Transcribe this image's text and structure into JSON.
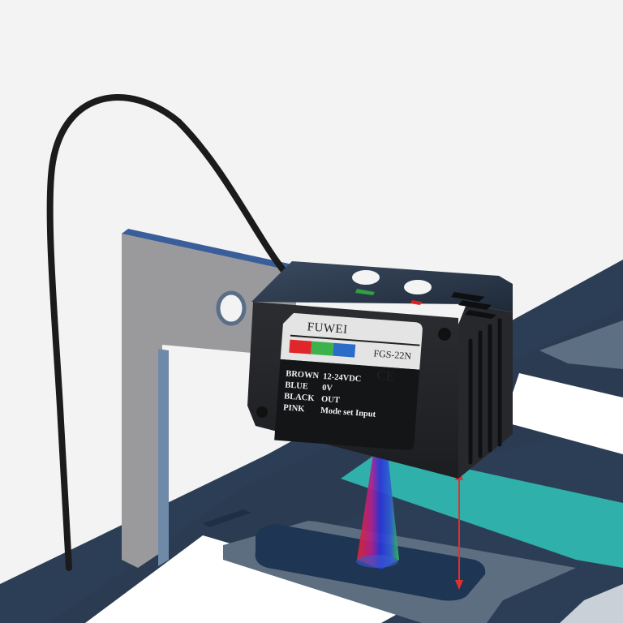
{
  "product": {
    "brand": "FUWEI",
    "model": "FGS-22N",
    "certification": "CE",
    "color_bar": [
      "#e0262a",
      "#3bb34a",
      "#2a6cc8"
    ],
    "wiring": [
      {
        "wire": "BROWN",
        "function": "12-24VDC"
      },
      {
        "wire": "BLUE",
        "function": "0V"
      },
      {
        "wire": "BLACK",
        "function": "OUT"
      },
      {
        "wire": "PINK",
        "function": "Mode set Input"
      }
    ]
  },
  "scene": {
    "background": "#f3f3f3",
    "conveyor_color": "#2c3e55",
    "target_color": "#2fb0aa",
    "beam_colors": [
      "#e0262a",
      "#2a33d8",
      "#30c050"
    ],
    "distance_arrow_color": "#e03030"
  }
}
